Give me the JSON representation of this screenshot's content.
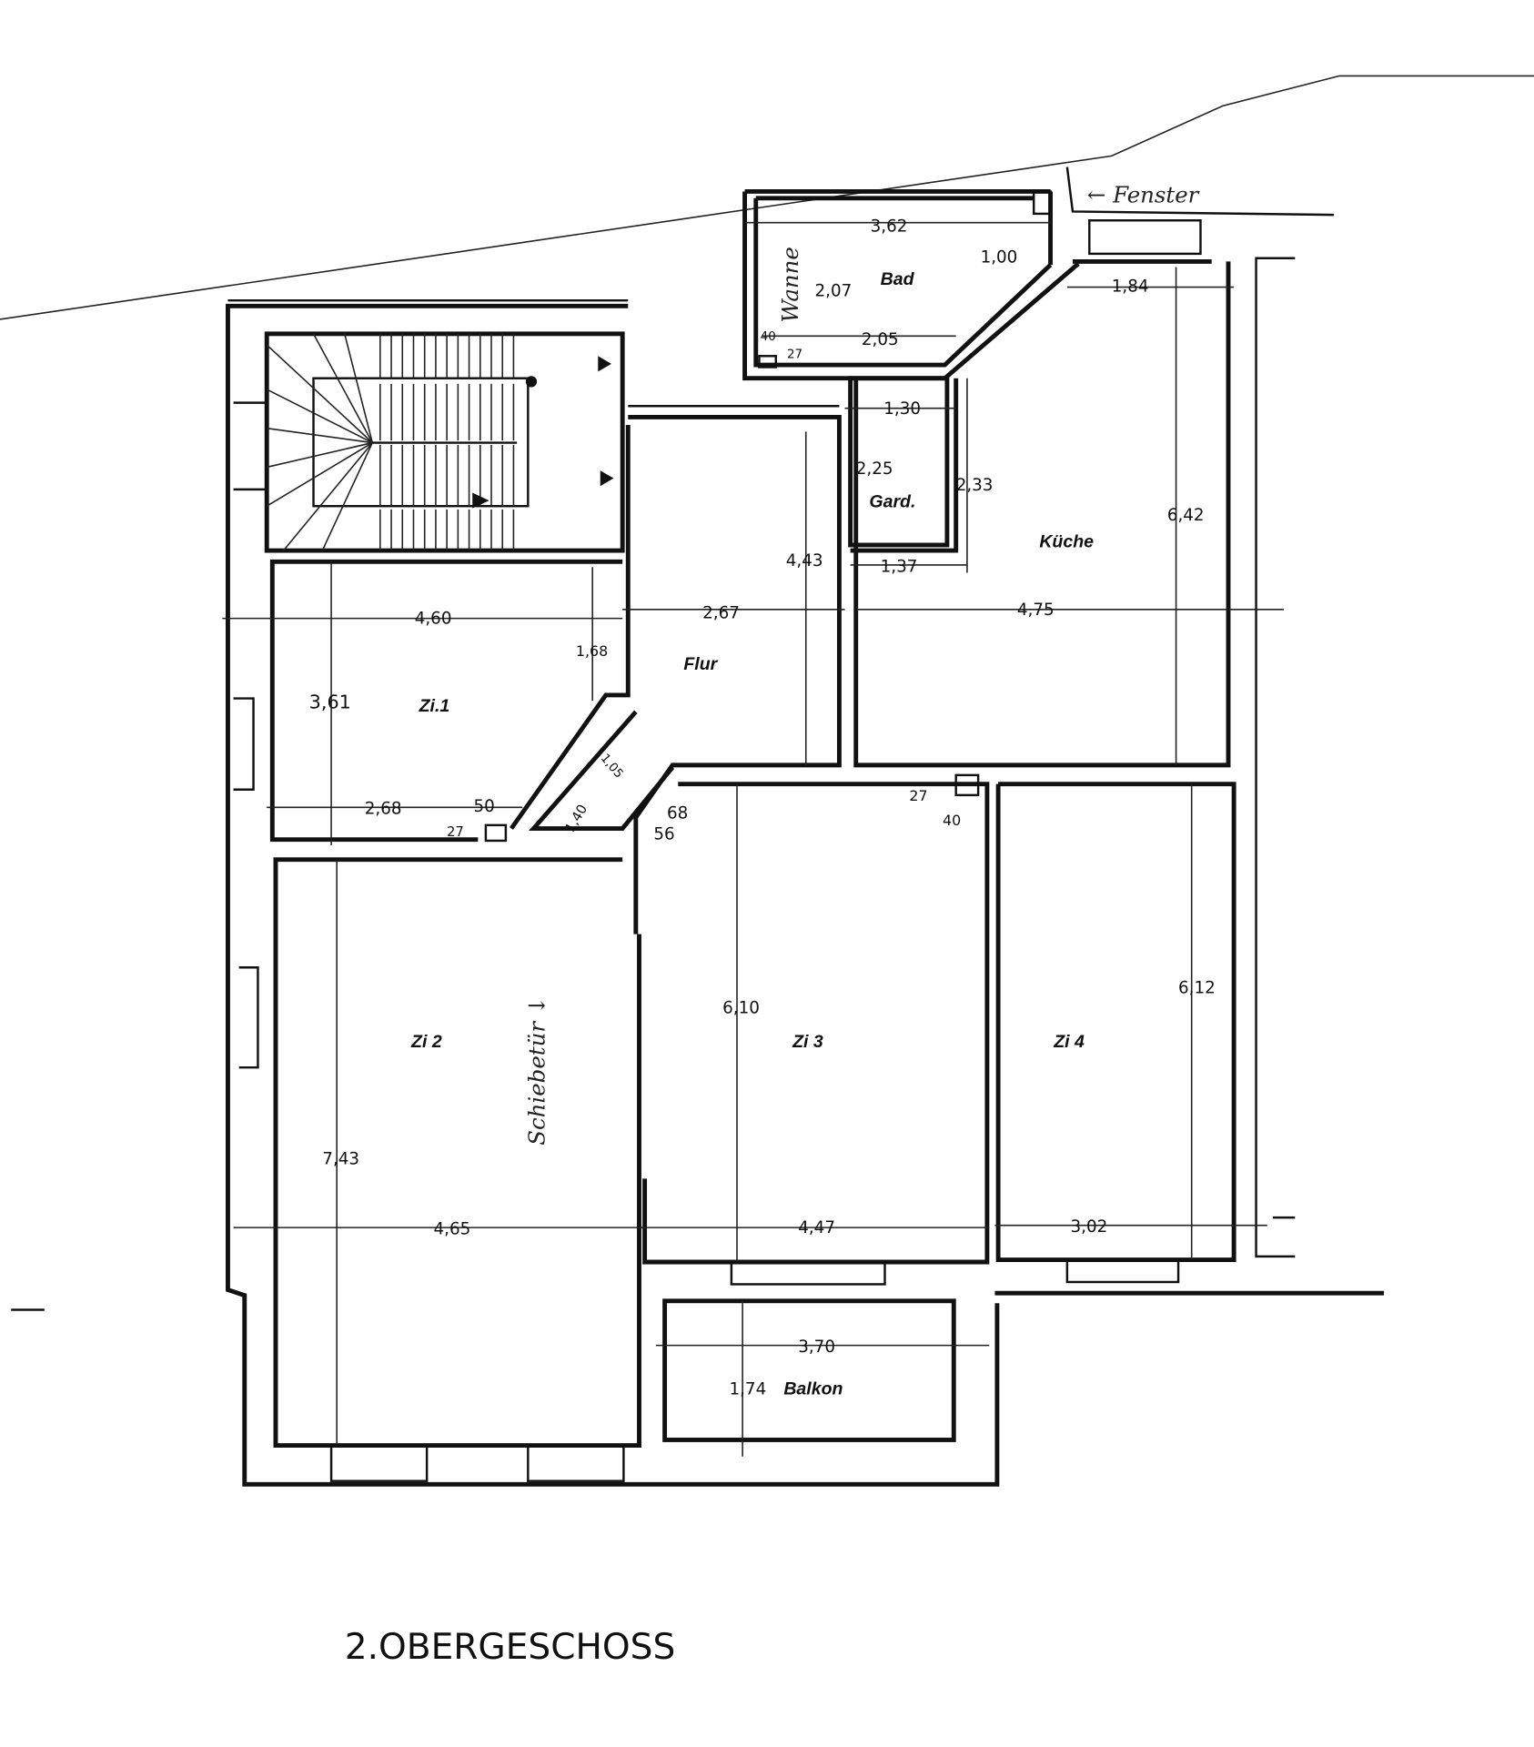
{
  "title": "2.OBERGESCHOSS",
  "rooms": {
    "bad": "Bad",
    "gard": "Gard.",
    "kueche": "Küche",
    "flur": "Flur",
    "zi1": "Zi.1",
    "zi2": "Zi 2",
    "zi3": "Zi 3",
    "zi4": "Zi 4",
    "balkon": "Balkon"
  },
  "handwritten": {
    "wanne": "Wanne",
    "fenster": "← Fenster",
    "schiebetuer": "Schiebetür ↓"
  },
  "dimensions": {
    "bad_width": "3,62",
    "bad_height": "2,07",
    "bad_diag": "1,00",
    "bad_bottom": "2,05",
    "bad_small_a": "40",
    "bad_small_b": "27",
    "kueche_top": "1,84",
    "kueche_height": "6,42",
    "kueche_width": "4,75",
    "gard_width": "1,30",
    "gard_height": "2,25",
    "gard_side": "2,33",
    "gard_bottom": "1,37",
    "flur_height": "4,43",
    "flur_width": "2,67",
    "flur_door": "1,05",
    "flur_diag": "1,40",
    "zi1_width": "4,60",
    "zi1_height": "3,61",
    "zi1_side": "1,68",
    "zi1_bottom": "2,68",
    "zi1_small": "50",
    "zi1_niche": "27",
    "zi3_a": "68",
    "zi3_b": "56",
    "zi3_height": "6,10",
    "zi3_width": "4,47",
    "zi4_niche_a": "27",
    "zi4_niche_b": "40",
    "zi4_height": "6,12",
    "zi4_width": "3,02",
    "zi2_height": "7,43",
    "zi2_width": "4,65",
    "balkon_width": "3,70",
    "balkon_depth": "1,74"
  }
}
